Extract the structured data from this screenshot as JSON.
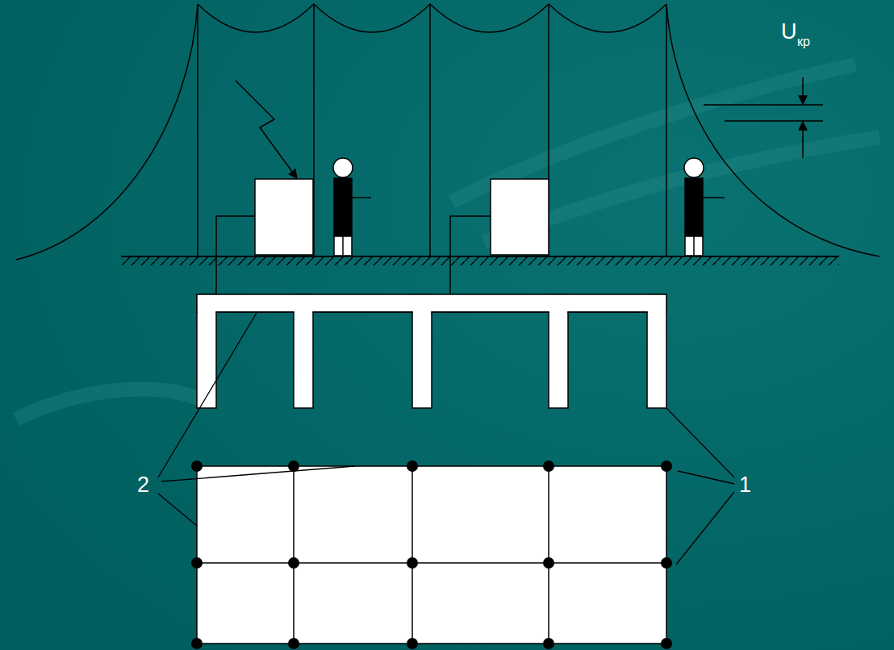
{
  "diagram": {
    "labels": [
      "U",
      "кр",
      "2",
      "1"
    ]
  }
}
